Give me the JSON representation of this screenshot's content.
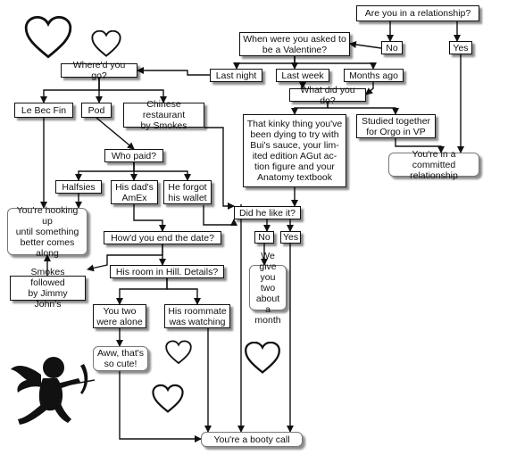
{
  "colors": {
    "ink": "#111111",
    "shadow": "#555555",
    "paper": "#ffffff"
  },
  "decorations": [
    "heart-icon",
    "heart-icon",
    "heart-icon",
    "heart-icon",
    "heart-icon",
    "cupid-silhouette"
  ],
  "nodes": {
    "relationship": "Are you in a relationship?",
    "no": "No",
    "yes": "Yes",
    "asked": "When were you asked to\nbe a Valentine?",
    "where": "Where'd you go?",
    "last_night": "Last night",
    "last_week": "Last week",
    "months_ago": "Months ago",
    "what_do": "What did you do?",
    "le_bec": "Le Bec Fin",
    "pod": "Pod",
    "chinese": "Chinese restaurant\nby Smokes",
    "kinky": "That kinky thing you've\nbeen dying to try with\nBui's sauce, your lim-\nited edition AGut ac-\ntion figure and your\nAnatomy textbook",
    "studied": "Studied together\nfor Orgo in VP",
    "committed": "You're in a committed\nrelationship",
    "who_paid": "Who paid?",
    "halfsies": "Halfsies",
    "dads_amex": "His dad's\nAmEx",
    "forgot_wallet": "He forgot\nhis wallet",
    "hooking_up": "You're hooking up\nuntil something\nbetter comes\nalong",
    "did_like": "Did he like it?",
    "like_no": "No",
    "like_yes": "Yes",
    "end_date": "How'd you end the date?",
    "give_month": "We give\nyou two\nabout a\nmonth",
    "smokes_jj": "Smokes followed\nby Jimmy John's",
    "room_hill": "His room in Hill. Details?",
    "alone": "You two\nwere alone",
    "roommate": "His roommate\nwas watching",
    "so_cute": "Aww, that's\nso cute!",
    "booty_call": "You're a booty call"
  }
}
